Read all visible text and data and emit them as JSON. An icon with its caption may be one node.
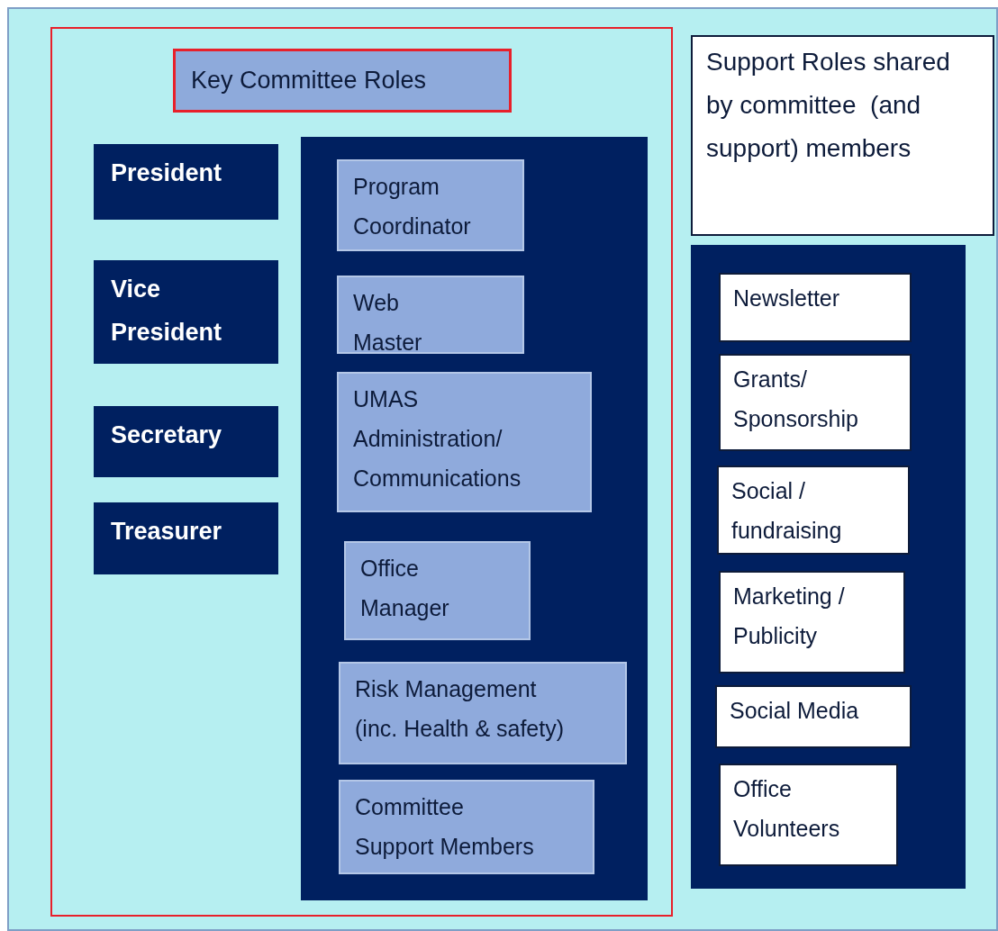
{
  "diagram": {
    "nodes": [
      {
        "text": [],
        "shape": "box"
      },
      {
        "text": [
          "Key Committee Roles"
        ],
        "in": 0
      },
      {
        "text": [
          "President"
        ],
        "in": 0
      },
      {
        "text": [
          "Vice President"
        ],
        "in": 0
      },
      {
        "text": [
          "Secretary"
        ],
        "in": 0
      },
      {
        "text": [
          "Treasurer"
        ],
        "in": 0
      },
      {
        "text": [],
        "shape": "box",
        "in": 0
      },
      {
        "text": [
          "Program Coordinator"
        ],
        "in": 6
      },
      {
        "text": [
          "Web Master"
        ],
        "in": 6
      },
      {
        "text": [
          "UMAS Administration/ Communications"
        ],
        "in": 6
      },
      {
        "text": [
          "Office Manager"
        ],
        "in": 6
      },
      {
        "text": [
          "Risk Management (inc. Health & safety)"
        ],
        "in": 6
      },
      {
        "text": [
          "Committee Support Members"
        ],
        "in": 6
      },
      {
        "text": [
          "Support Roles shared by committee  (and support) members"
        ]
      },
      {
        "text": [],
        "shape": "box"
      },
      {
        "text": [
          "Newsletter"
        ],
        "in": 14
      },
      {
        "text": [
          "Grants/ Sponsorship"
        ],
        "in": 14
      },
      {
        "text": [
          "Social / fundraising"
        ],
        "in": 14
      },
      {
        "text": [
          "Marketing / Publicity"
        ],
        "in": 14
      },
      {
        "text": [
          "Social Media"
        ],
        "in": 14
      },
      {
        "text": [
          "Office Volunteers"
        ],
        "in": 14
      }
    ]
  }
}
